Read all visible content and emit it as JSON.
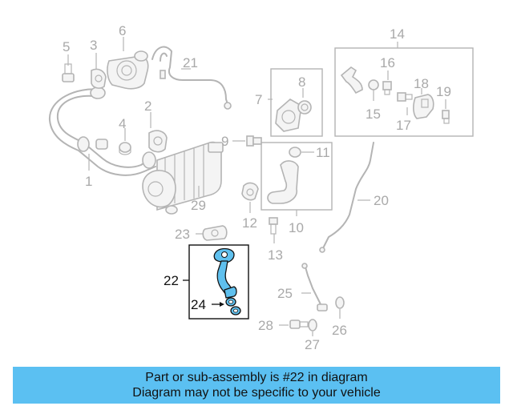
{
  "diagram": {
    "callouts": [
      "1",
      "2",
      "3",
      "4",
      "5",
      "6",
      "7",
      "8",
      "9",
      "10",
      "11",
      "12",
      "13",
      "14",
      "15",
      "16",
      "17",
      "18",
      "19",
      "20",
      "21",
      "22",
      "23",
      "24",
      "25",
      "26",
      "27",
      "28",
      "29"
    ],
    "highlighted_part": "22",
    "highlighted_sub_part": "24",
    "part_color": "#5fc0ee"
  },
  "banner": {
    "line1": "Part or sub-assembly is #22 in diagram",
    "line2": "Diagram may not be specific to your vehicle",
    "background": "#5bc0f2"
  }
}
